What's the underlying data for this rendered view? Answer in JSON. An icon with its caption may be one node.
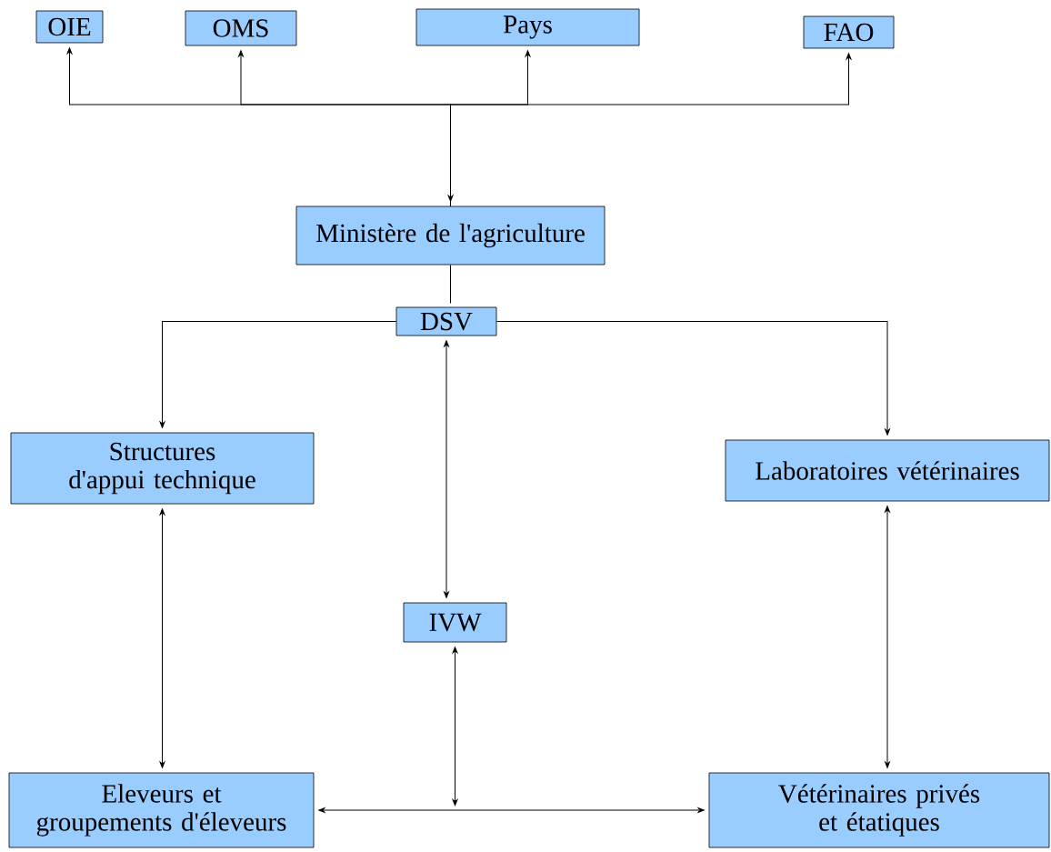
{
  "diagram": {
    "nodes": [
      {
        "text": [
          "OIE"
        ]
      },
      {
        "text": [
          "OMS"
        ]
      },
      {
        "text": [
          "Pays"
        ]
      },
      {
        "text": [
          "FAO"
        ]
      },
      {
        "text": [
          "Ministère de l'agriculture"
        ]
      },
      {
        "text": [
          "DSV"
        ]
      },
      {
        "text": [
          "Structures d'appui technique"
        ]
      },
      {
        "text": [
          "Laboratoires vétérinaires"
        ]
      },
      {
        "text": [
          "IVW"
        ]
      },
      {
        "text": [
          "Eleveurs et groupements d'éleveurs"
        ]
      },
      {
        "text": [
          "Vétérinaires privés et étatiques"
        ]
      }
    ],
    "edges": [
      {
        "from": 4,
        "to": 0,
        "arrow": "to"
      },
      {
        "from": 4,
        "to": 1,
        "arrow": "to"
      },
      {
        "from": 4,
        "to": 2,
        "arrow": "to"
      },
      {
        "from": 4,
        "to": 3,
        "arrow": "to"
      },
      {
        "from": 4,
        "to": 5,
        "arrow": "none"
      },
      {
        "from": 5,
        "to": 6,
        "arrow": "to"
      },
      {
        "from": 5,
        "to": 7,
        "arrow": "to"
      },
      {
        "from": 5,
        "to": 8,
        "arrow": "both"
      },
      {
        "from": 6,
        "to": 9,
        "arrow": "both"
      },
      {
        "from": 7,
        "to": 10,
        "arrow": "both"
      },
      {
        "from": 9,
        "to": 10,
        "arrow": "both"
      },
      {
        "from": null,
        "to": 8,
        "arrow": "both"
      }
    ]
  }
}
